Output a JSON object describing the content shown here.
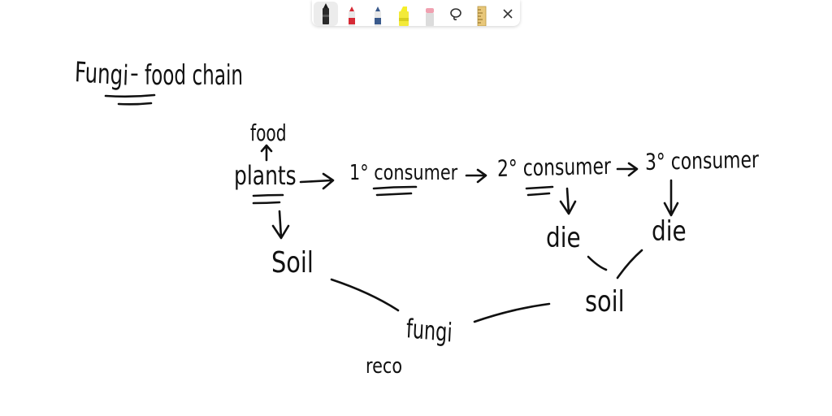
{
  "toolbar": {
    "tools": [
      {
        "name": "black-pen",
        "color": "#1a1a1a",
        "active": true
      },
      {
        "name": "red-pen",
        "color": "#d62a35"
      },
      {
        "name": "blue-pen",
        "color": "#3a5a8c"
      },
      {
        "name": "yellow-highlighter",
        "color": "#f5ee2a"
      },
      {
        "name": "eraser",
        "color": "#f0a0b0"
      },
      {
        "name": "lasso-icon"
      },
      {
        "name": "ruler-icon",
        "color": "#e8c77a"
      },
      {
        "name": "close-icon"
      }
    ]
  },
  "ink": {
    "title_word1": "Fungi",
    "title_dash": "-",
    "title_rest": "food chain",
    "food": "food",
    "plants": "plants",
    "primary": "1° consumer",
    "secondary": "2° consumer",
    "tertiary": "3° consumer",
    "die_left": "die",
    "die_right": "die",
    "soil_left": "Soil",
    "soil_right": "soil",
    "fungi": "fungi",
    "reco": "reco"
  }
}
